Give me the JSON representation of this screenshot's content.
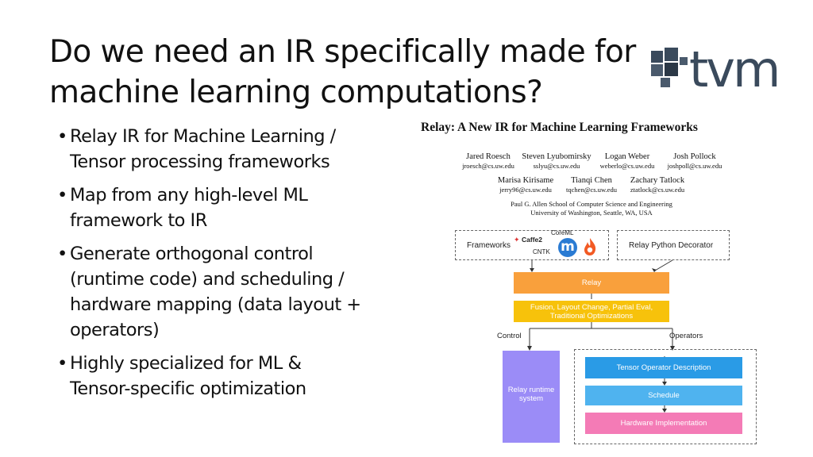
{
  "title": {
    "line1": "Do we need an IR specifically made for",
    "line2": "machine learning computations?"
  },
  "bullets": [
    {
      "lines": [
        "Relay IR for Machine Learning /",
        "Tensor processing frameworks"
      ]
    },
    {
      "lines": [
        "Map from any high-level ML",
        "framework to IR"
      ]
    },
    {
      "lines": [
        "Generate orthogonal control",
        "(runtime code) and scheduling /",
        "hardware mapping (data layout +",
        "operators)"
      ]
    },
    {
      "lines": [
        "Highly specialized for ML &",
        "Tensor-specific optimization"
      ]
    }
  ],
  "logo": {
    "text": "tvm",
    "icon": "tvm-logo-icon",
    "color": "#3a4a5c"
  },
  "paper": {
    "title": "Relay: A New IR for Machine Learning Frameworks",
    "authors": [
      {
        "name": "Jared Roesch",
        "email": "jroesch@cs.uw.edu"
      },
      {
        "name": "Steven Lyubomirsky",
        "email": "sslyu@cs.uw.edu"
      },
      {
        "name": "Logan Weber",
        "email": "weberlo@cs.uw.edu"
      },
      {
        "name": "Josh Pollock",
        "email": "joshpoll@cs.uw.edu"
      },
      {
        "name": "Marisa Kirisame",
        "email": "jerry96@cs.uw.edu"
      },
      {
        "name": "Tianqi Chen",
        "email": "tqchen@cs.uw.edu"
      },
      {
        "name": "Zachary Tatlock",
        "email": "ztatlock@cs.uw.edu"
      }
    ],
    "affiliation": {
      "line1": "Paul G. Allen School of Computer Science and Engineering",
      "line2": "University of Washington, Seattle, WA, USA"
    }
  },
  "diagram": {
    "frameworks_label": "Frameworks",
    "caffe2": "Caffe2",
    "cntk": "CNTK",
    "coreml": "CoreML",
    "mxnet_glyph": "m",
    "decorator": "Relay Python Decorator",
    "relay": "Relay",
    "fusion_line1": "Fusion, Layout Change, Partial Eval,",
    "fusion_line2": "Traditional Optimizations",
    "control": "Control",
    "operators": "Operators",
    "runtime_line1": "Relay runtime",
    "runtime_line2": "system",
    "tensor_op": "Tensor Operator Description",
    "schedule": "Schedule",
    "hardware": "Hardware Implementation",
    "colors": {
      "relay": "#f9a03c",
      "fusion": "#f7c20b",
      "runtime": "#9b8cf7",
      "tensor_op": "#2a9be6",
      "schedule": "#4fb3ef",
      "hardware": "#f47bb6"
    }
  }
}
